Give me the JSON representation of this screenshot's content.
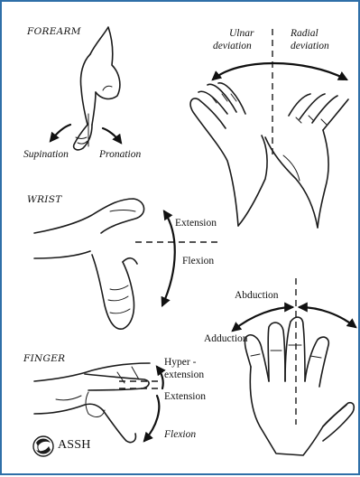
{
  "sections": {
    "forearm": "FOREARM",
    "wrist": "WRIST",
    "finger": "FINGER"
  },
  "movements": {
    "supination": "Supination",
    "pronation": "Pronation",
    "ulnar_deviation_1": "Ulnar",
    "ulnar_deviation_2": "deviation",
    "radial_deviation_1": "Radial",
    "radial_deviation_2": "deviation",
    "extension_wrist": "Extension",
    "flexion_wrist": "Flexion",
    "abduction": "Abduction",
    "adduction": "Adduction",
    "hyperextension_1": "Hyper -",
    "hyperextension_2": "extension",
    "extension_finger": "Extension",
    "flexion_finger": "Flexion"
  },
  "logo": {
    "text": "ASSH"
  },
  "colors": {
    "frame": "#2f6fa8",
    "ink": "#1b1b1b",
    "background": "#ffffff"
  }
}
